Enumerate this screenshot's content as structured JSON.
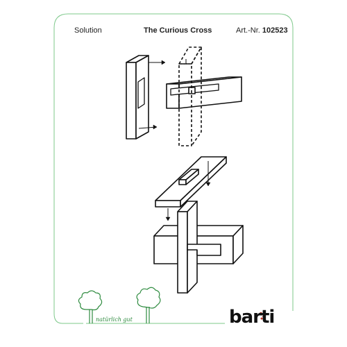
{
  "header": {
    "left_label": "Solution",
    "title": "The Curious Cross",
    "article_prefix": "Art.-Nr.",
    "article_number": "102523"
  },
  "footer": {
    "slogan": "natürlich gut",
    "brand": "barti"
  },
  "colors": {
    "accent_green": "#2e8b3f",
    "ink": "#111111"
  }
}
